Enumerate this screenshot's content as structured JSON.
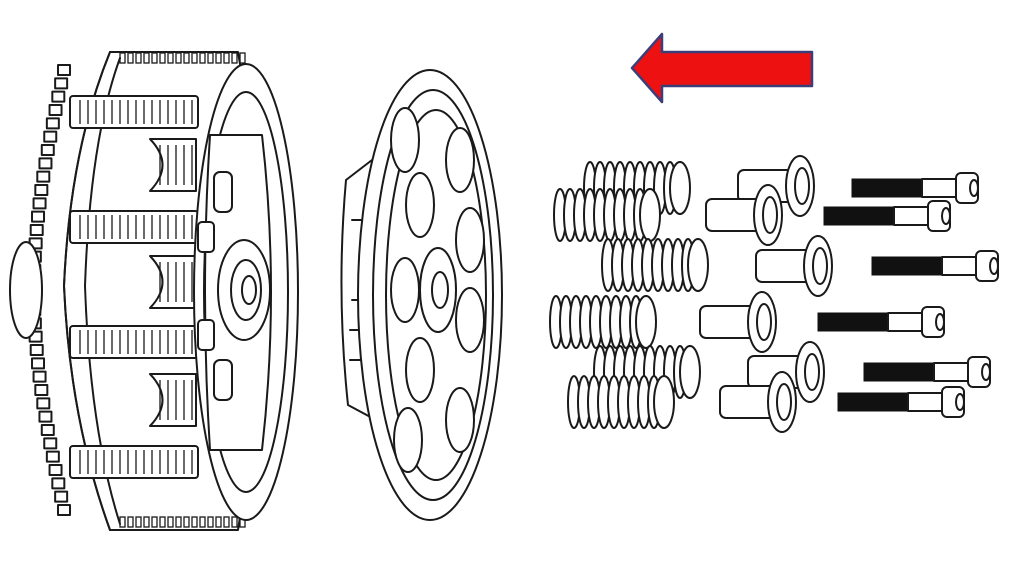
{
  "colors": {
    "background": "#ffffff",
    "line": "#1a1a1a",
    "arrow_fill": "#ee1111",
    "arrow_outline": "#3a3f7a"
  },
  "icons": {
    "direction": "left-arrow-icon"
  },
  "parts": {
    "springs": 6,
    "spring_cups": 6,
    "bolts": 6
  }
}
